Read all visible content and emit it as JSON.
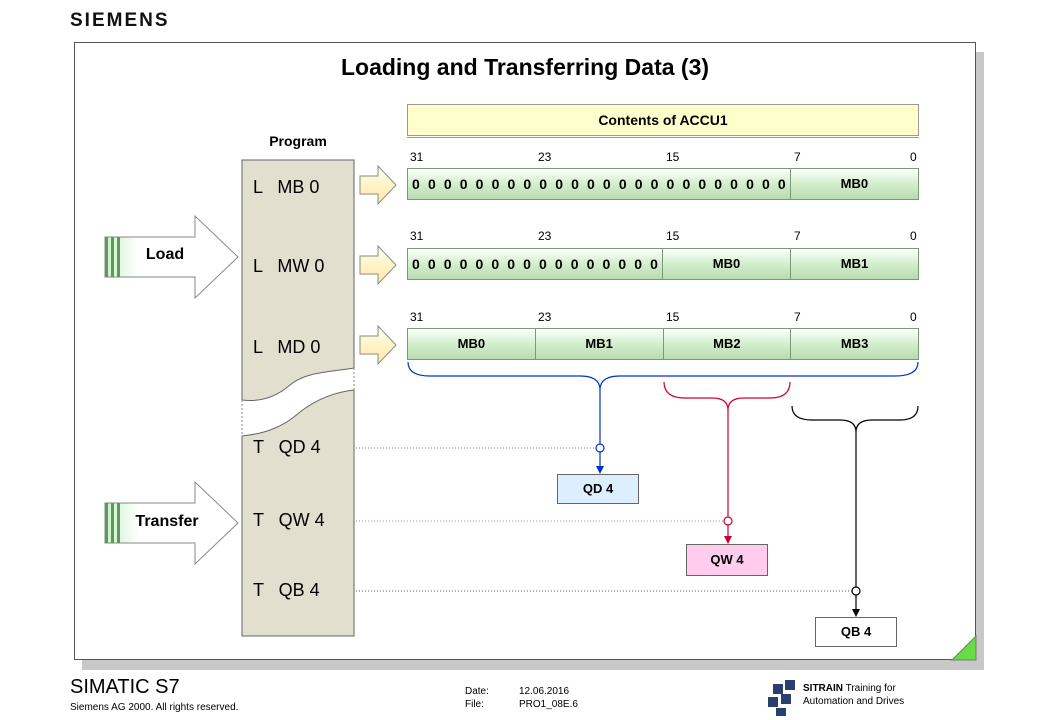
{
  "header": {
    "brand": "SIEMENS"
  },
  "slide": {
    "title": "Loading and Transferring Data (3)",
    "accu_label": "Contents of ACCU1",
    "program_label": "Program",
    "bit_numbers": [
      "31",
      "23",
      "15",
      "7",
      "0"
    ],
    "rows": [
      {
        "zeros": [
          "0",
          "0",
          "0",
          "0",
          "0",
          "0",
          "0",
          "0",
          "0",
          "0",
          "0",
          "0",
          "0",
          "0",
          "0",
          "0",
          "0",
          "0",
          "0",
          "0",
          "0",
          "0",
          "0",
          "0"
        ],
        "bytes": [
          "MB0"
        ]
      },
      {
        "zeros": [
          "0",
          "0",
          "0",
          "0",
          "0",
          "0",
          "0",
          "0",
          "0",
          "0",
          "0",
          "0",
          "0",
          "0",
          "0",
          "0"
        ],
        "bytes": [
          "MB0",
          "MB1"
        ]
      },
      {
        "zeros": [],
        "bytes": [
          "MB0",
          "MB1",
          "MB2",
          "MB3"
        ]
      }
    ],
    "instructions": {
      "load": [
        "L   MB 0",
        "L   MW 0",
        "L   MD 0"
      ],
      "transfer": [
        "T   QD 4",
        "T   QW 4",
        "T   QB 4"
      ]
    },
    "arrows": {
      "load": "Load",
      "transfer": "Transfer"
    },
    "targets": [
      {
        "label": "QD 4",
        "color": "#ddeeff",
        "wire": "#0033cc"
      },
      {
        "label": "QW 4",
        "color": "#ffccee",
        "wire": "#cc0033"
      },
      {
        "label": "QB 4",
        "color": "#ffffff",
        "wire": "#000000"
      }
    ]
  },
  "footer": {
    "product": "SIMATIC S7",
    "copyright": "Siemens AG 2000. All rights reserved.",
    "date_label": "Date:",
    "date_value": "12.06.2016",
    "file_label": "File:",
    "file_value": "PRO1_08E.6",
    "sitrain_name": "SITRAIN",
    "sitrain_tagline_1": "Training for",
    "sitrain_tagline_2": "Automation and Drives"
  }
}
